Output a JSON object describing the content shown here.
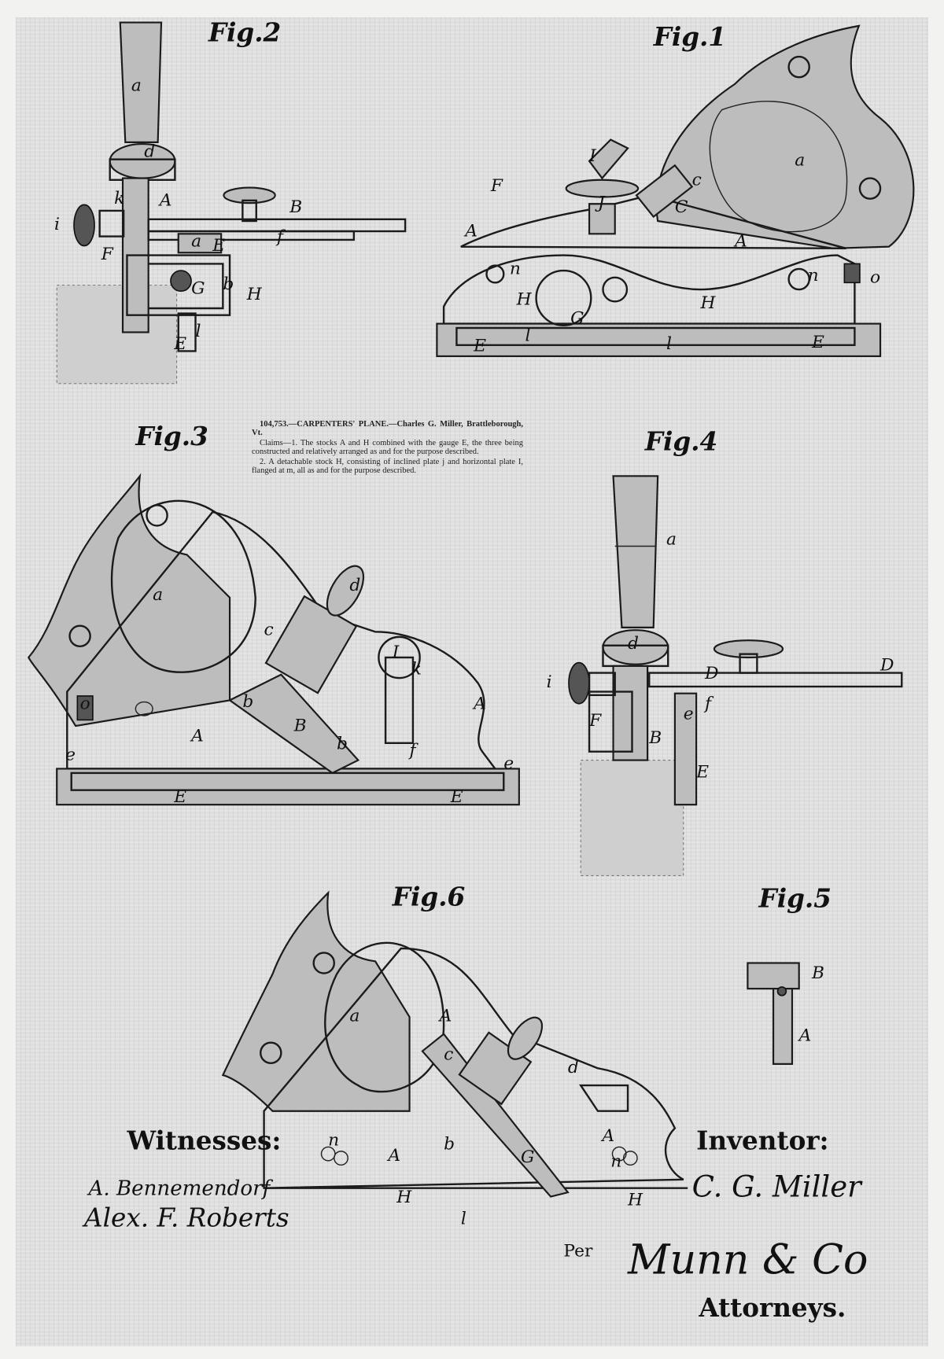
{
  "figures": {
    "fig1": "Fig.1",
    "fig2": "Fig.2",
    "fig3": "Fig.3",
    "fig4": "Fig.4",
    "fig5": "Fig.5",
    "fig6": "Fig.6"
  },
  "claim_text": {
    "heading": "104,753.—CARPENTERS' PLANE.—Charles G. Miller, Brattleborough, Vt.",
    "claim1": "Claims—1. The stocks A and H combined with the gauge E, the three being constructed and relatively arranged as and for the purpose described.",
    "claim2": "2. A detachable stock H, consisting of inclined plate j and horizontal plate I, flanged at m, all as and for the purpose described."
  },
  "part_labels": {
    "fig1": [
      "a",
      "I",
      "F",
      "A",
      "C",
      "J",
      "c",
      "A",
      "n",
      "G",
      "H",
      "H",
      "n",
      "o",
      "l",
      "l",
      "E",
      "E"
    ],
    "fig2": [
      "a",
      "d",
      "A",
      "B",
      "i",
      "k",
      "a",
      "E",
      "f",
      "F",
      "G",
      "H",
      "b",
      "l",
      "E"
    ],
    "fig3": [
      "a",
      "d",
      "c",
      "k",
      "I",
      "A",
      "b",
      "B",
      "A",
      "b",
      "o",
      "e",
      "E",
      "E",
      "e",
      "f"
    ],
    "fig4": [
      "a",
      "d",
      "D",
      "D",
      "i",
      "f",
      "e",
      "F",
      "B",
      "E"
    ],
    "fig5": [
      "B",
      "A"
    ],
    "fig6": [
      "a",
      "A",
      "d",
      "c",
      "b",
      "G",
      "A",
      "A",
      "n",
      "n",
      "H",
      "l",
      "H"
    ]
  },
  "signatures": {
    "witnesses_label": "Witnesses:",
    "witness1": "A. Bennemendorf",
    "witness2": "Alex. F. Roberts",
    "inventor_label": "Inventor:",
    "inventor": "C. G. Miller",
    "per": "Per",
    "attorney_signature": "Munn & Co",
    "attorneys_label": "Attorneys."
  }
}
